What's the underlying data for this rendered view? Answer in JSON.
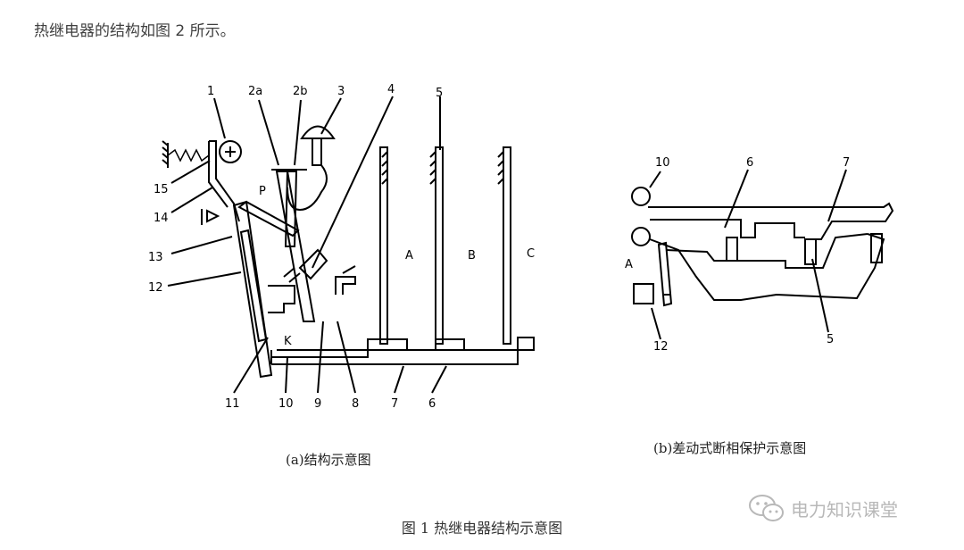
{
  "intro": "热继电器的结构如图 2 所示。",
  "figure_a": {
    "caption": "(a)结构示意图",
    "part_labels": {
      "l1": "1",
      "l2a": "2a",
      "l2b": "2b",
      "l3": "3",
      "l4": "4",
      "l5": "5",
      "l15": "15",
      "l14": "14",
      "l13": "13",
      "l12": "12",
      "l11": "11",
      "l10": "10",
      "l9": "9",
      "l8": "8",
      "l7": "7",
      "l6": "6",
      "P": "P",
      "K": "K",
      "A": "A",
      "B": "B",
      "C": "C"
    }
  },
  "figure_b": {
    "caption": "(b)差动式断相保护示意图",
    "part_labels": {
      "l10": "10",
      "l6": "6",
      "l7": "7",
      "A": "A",
      "l12": "12",
      "l5": "5"
    }
  },
  "figure_title": "图 1  热继电器结构示意图",
  "watermark": {
    "text": "电力知识课堂",
    "icon": "wechat-icon"
  }
}
